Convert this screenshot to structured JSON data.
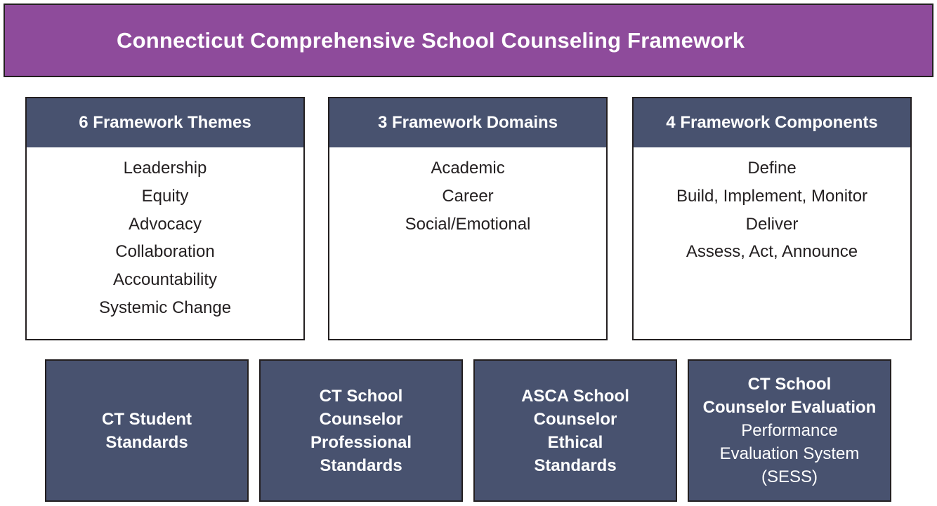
{
  "title": "Connecticut Comprehensive School Counseling Framework",
  "colors": {
    "title_bg": "#8e4b9b",
    "panel_header_bg": "#48526f",
    "standards_bg": "#48526f",
    "border": "#231f20",
    "text_dark": "#231f20"
  },
  "panels": [
    {
      "header": "6 Framework Themes",
      "items": [
        "Leadership",
        "Equity",
        "Advocacy",
        "Collaboration",
        "Accountability",
        "Systemic Change"
      ]
    },
    {
      "header": "3 Framework Domains",
      "items": [
        "Academic",
        "Career",
        "Social/Emotional"
      ]
    },
    {
      "header": "4 Framework Components",
      "items": [
        "Define",
        "Build, Implement, Monitor",
        "Deliver",
        "Assess, Act, Announce"
      ]
    }
  ],
  "standards": [
    {
      "bold_lines": [
        "CT Student",
        "Standards"
      ],
      "normal_lines": []
    },
    {
      "bold_lines": [
        "CT School",
        "Counselor",
        "Professional",
        "Standards"
      ],
      "normal_lines": []
    },
    {
      "bold_lines": [
        "ASCA School",
        "Counselor",
        "Ethical",
        "Standards"
      ],
      "normal_lines": []
    },
    {
      "bold_lines": [
        "CT School",
        "Counselor Evaluation"
      ],
      "normal_lines": [
        "Performance",
        "Evaluation System",
        "(SESS)"
      ]
    }
  ]
}
